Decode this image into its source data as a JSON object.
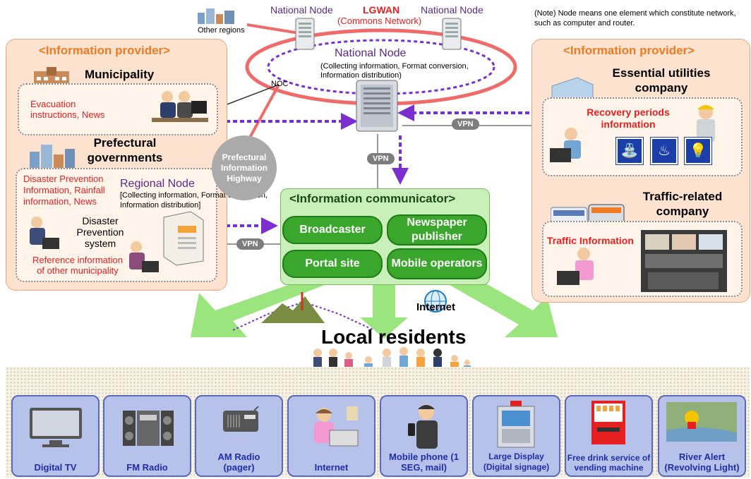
{
  "header": {
    "national_node_left": "National Node",
    "national_node_right": "National Node",
    "lgwan": "LGWAN",
    "commons_network": "(Commons Network)",
    "other_regions": "Other regions",
    "note": "(Note) Node means one element which constitute network, such as computer and router."
  },
  "central": {
    "national_node_title": "National Node",
    "national_node_desc": "(Collecting information, Format conversion, Information distribution)",
    "noc": "NOC",
    "vpn": "VPN"
  },
  "left_provider": {
    "title": "<Information provider>",
    "municipality": "Municipality",
    "municipality_info": "Evacuation instructions, News",
    "prefectural": "Prefectural governments",
    "prefectural_info": "Disaster Prevention Information, Rainfall information, News",
    "dp_system": "Disaster Prevention system",
    "reference": "Reference information of other municipality",
    "regional_node": "Regional Node",
    "regional_desc": "[Collecting information, Format conversion, Information distribution]",
    "highway": "Prefectural Information Highway"
  },
  "right_provider": {
    "title": "<Information provider>",
    "utilities": "Essential utilities company",
    "recovery": "Recovery periods information",
    "traffic_company": "Traffic-related company",
    "traffic_info": "Traffic Information"
  },
  "communicator": {
    "title": "<Information communicator>",
    "items": [
      "Broadcaster",
      "Newspaper publisher",
      "Portal site",
      "Mobile operators"
    ]
  },
  "residents": {
    "title": "Local residents",
    "internet": "Internet"
  },
  "devices": [
    "Digital TV",
    "FM Radio",
    "AM Radio (pager)",
    "Internet",
    "Mobile phone (1 SEG, mail)",
    "Large Display (Digital signage)",
    "Free drink service of vending machine",
    "River Alert (Revolving Light)"
  ],
  "colors": {
    "provider_title": "#f07a1f",
    "lgwan_ring": "#f06a6a",
    "arrow": "#7b2fd0",
    "green_arrow": "#9be57f",
    "device_label": "#1f2ea6"
  }
}
